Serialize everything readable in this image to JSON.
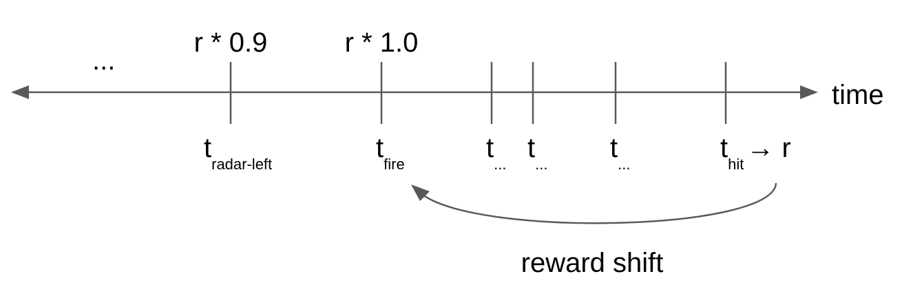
{
  "axis": {
    "label": "time",
    "left_ellipsis": "..."
  },
  "weights": [
    {
      "text": "r * 0.9"
    },
    {
      "text": "r * 1.0"
    }
  ],
  "ticks": [
    {
      "main": "t",
      "sub": "radar-left"
    },
    {
      "main": "t",
      "sub": "fire"
    },
    {
      "main": "t",
      "sub": "..."
    },
    {
      "main": "t",
      "sub": "..."
    },
    {
      "main": "t",
      "sub": "..."
    },
    {
      "main": "t",
      "sub": "hit",
      "suffix": "→ r"
    }
  ],
  "reward_shift": {
    "label": "reward shift"
  },
  "colors": {
    "line": "#595959",
    "text": "#000000"
  }
}
